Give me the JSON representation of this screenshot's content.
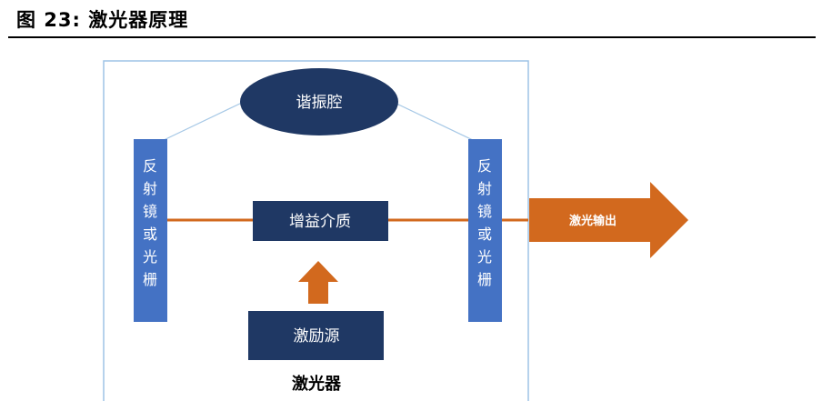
{
  "figure": {
    "title": "图 23: 激光器原理"
  },
  "diagram": {
    "resonator": "谐振腔",
    "mirror_left": [
      "反",
      "射",
      "镜",
      "或",
      "光",
      "栅"
    ],
    "mirror_right": [
      "反",
      "射",
      "镜",
      "或",
      "光",
      "栅"
    ],
    "gain_medium": "增益介质",
    "pump_source": "激励源",
    "laser_output": "激光输出",
    "caption": "激光器"
  },
  "colors": {
    "navy": "#1f3864",
    "mirror_blue": "#4472c4",
    "orange": "#d2691e",
    "frame": "#9dc3e6",
    "connector": "#a6c8e6"
  }
}
